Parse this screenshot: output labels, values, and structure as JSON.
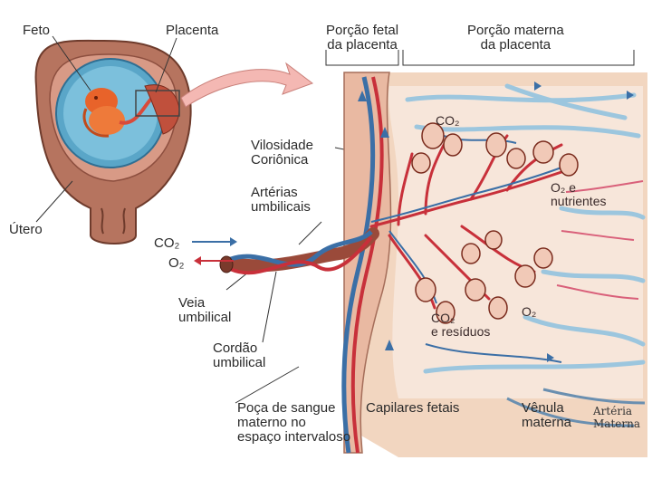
{
  "labels": {
    "feto": "Feto",
    "placenta": "Placenta",
    "porcao_fetal": "Porção fetal\nda placenta",
    "porcao_materna": "Porção materna\nda placenta",
    "vilosidade": "Vilosidade\nCoriônica",
    "arterias_umbilicais": "Artérias\numbilicais",
    "utero": "Útero",
    "co2_left": "CO₂",
    "o2_left": "O₂",
    "veia_umbilical": "Veia\numbilical",
    "cordao_umbilical": "Cordão\numbilical",
    "poca_de_sangue": "Poça de sangue\nmaterno no\nespaço intervaloso",
    "capilares_fetais": "Capilares fetais",
    "venula_materna": "Vênula\nmaterna",
    "arteria_materna": "Artéria\nMaterna",
    "co2_top": "CO₂",
    "o2_nutrientes": "O₂ e\nnutrientes",
    "co2_residuos": "CO₂\ne resíduos",
    "o2_bottom": "O₂"
  },
  "colors": {
    "tissue": "#f3d9c6",
    "maternal_blood_pool": "#f6e4d6",
    "artery_red": "#c8303a",
    "vein_blue": "#3b6fa6",
    "uterus_wall": "#9a5b4a",
    "amniotic_fluid": "#5aa6c8",
    "fetus": "#e8632a",
    "arrow_pink": "#f4b8b3"
  }
}
